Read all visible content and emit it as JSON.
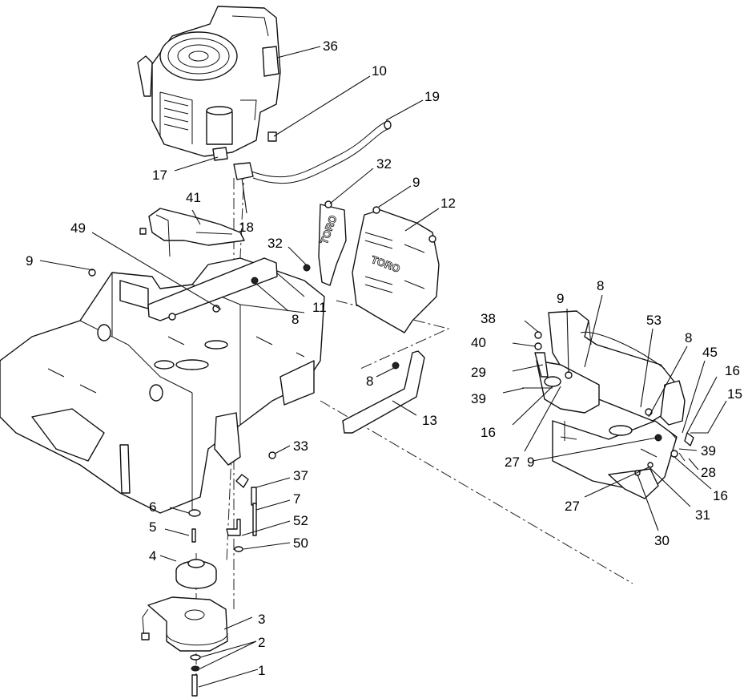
{
  "diagram": {
    "callouts": [
      {
        "id": "c36",
        "text": "36"
      },
      {
        "id": "c10",
        "text": "10"
      },
      {
        "id": "c19",
        "text": "19"
      },
      {
        "id": "c17",
        "text": "17"
      },
      {
        "id": "c18",
        "text": "18"
      },
      {
        "id": "c32a",
        "text": "32"
      },
      {
        "id": "c9a",
        "text": "9"
      },
      {
        "id": "c12",
        "text": "12"
      },
      {
        "id": "c41",
        "text": "41"
      },
      {
        "id": "c49",
        "text": "49"
      },
      {
        "id": "c32b",
        "text": "32"
      },
      {
        "id": "c9b",
        "text": "9"
      },
      {
        "id": "c8a",
        "text": "8"
      },
      {
        "id": "c11",
        "text": "11"
      },
      {
        "id": "c8b",
        "text": "8"
      },
      {
        "id": "c13",
        "text": "13"
      },
      {
        "id": "c33",
        "text": "33"
      },
      {
        "id": "c37",
        "text": "37"
      },
      {
        "id": "c7",
        "text": "7"
      },
      {
        "id": "c6",
        "text": "6"
      },
      {
        "id": "c5",
        "text": "5"
      },
      {
        "id": "c52",
        "text": "52"
      },
      {
        "id": "c50",
        "text": "50"
      },
      {
        "id": "c4",
        "text": "4"
      },
      {
        "id": "c3",
        "text": "3"
      },
      {
        "id": "c2",
        "text": "2"
      },
      {
        "id": "c1",
        "text": "1"
      },
      {
        "id": "c38",
        "text": "38"
      },
      {
        "id": "c40",
        "text": "40"
      },
      {
        "id": "c29",
        "text": "29"
      },
      {
        "id": "c39a",
        "text": "39"
      },
      {
        "id": "c16a",
        "text": "16"
      },
      {
        "id": "c27a",
        "text": "27"
      },
      {
        "id": "c9c",
        "text": "9"
      },
      {
        "id": "c8c",
        "text": "8"
      },
      {
        "id": "c53",
        "text": "53"
      },
      {
        "id": "c8d",
        "text": "8"
      },
      {
        "id": "c45",
        "text": "45"
      },
      {
        "id": "c16b",
        "text": "16"
      },
      {
        "id": "c15",
        "text": "15"
      },
      {
        "id": "c9d",
        "text": "9"
      },
      {
        "id": "c39b",
        "text": "39"
      },
      {
        "id": "c28",
        "text": "28"
      },
      {
        "id": "c27b",
        "text": "27"
      },
      {
        "id": "c16c",
        "text": "16"
      },
      {
        "id": "c31",
        "text": "31"
      },
      {
        "id": "c30",
        "text": "30"
      }
    ],
    "stencil_guard": "TORO",
    "stencil_shield": "TORO"
  }
}
